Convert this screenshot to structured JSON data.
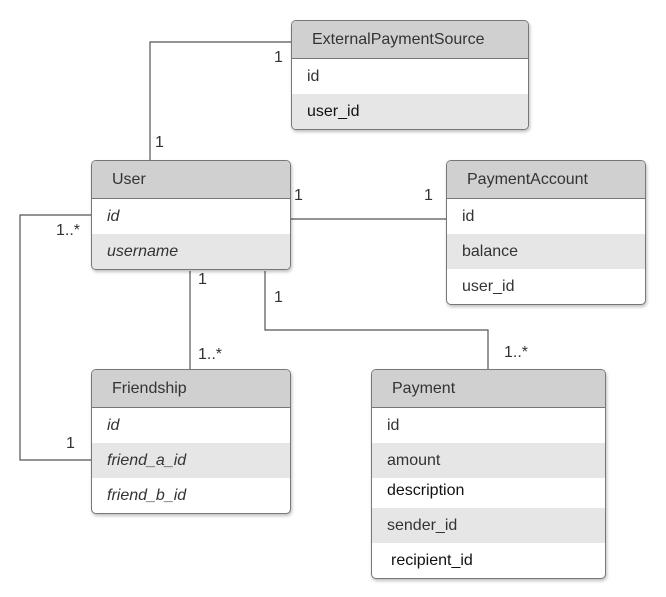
{
  "entities": {
    "external_payment_source": {
      "name": "ExternalPaymentSource",
      "fields": [
        {
          "label": "id",
          "italic": false,
          "alt": false,
          "dark": false
        },
        {
          "label": "user_id",
          "italic": false,
          "alt": true,
          "dark": true
        }
      ]
    },
    "user": {
      "name": "User",
      "fields": [
        {
          "label": "id",
          "italic": true,
          "alt": false,
          "dark": false
        },
        {
          "label": "username",
          "italic": true,
          "alt": true,
          "dark": false
        }
      ]
    },
    "payment_account": {
      "name": "PaymentAccount",
      "fields": [
        {
          "label": "id",
          "italic": false,
          "alt": false,
          "dark": false
        },
        {
          "label": "balance",
          "italic": false,
          "alt": true,
          "dark": false
        },
        {
          "label": "user_id",
          "italic": false,
          "alt": false,
          "dark": false
        }
      ]
    },
    "friendship": {
      "name": "Friendship",
      "fields": [
        {
          "label": "id",
          "italic": true,
          "alt": false,
          "dark": false
        },
        {
          "label": "friend_a_id",
          "italic": true,
          "alt": true,
          "dark": false
        },
        {
          "label": "friend_b_id",
          "italic": true,
          "alt": false,
          "dark": false
        }
      ]
    },
    "payment": {
      "name": "Payment",
      "fields": [
        {
          "label": "id",
          "italic": false,
          "alt": false,
          "dark": false
        },
        {
          "label": "amount",
          "italic": false,
          "alt": true,
          "dark": false
        },
        {
          "label": "description",
          "italic": false,
          "alt": false,
          "dark": true
        },
        {
          "label": "sender_id",
          "italic": false,
          "alt": true,
          "dark": false
        },
        {
          "label": "recipient_id",
          "italic": false,
          "alt": false,
          "dark": true
        }
      ]
    }
  },
  "multiplicities": {
    "ext_source_end": "1",
    "user_ext_end": "1",
    "user_account_end": "1",
    "account_end": "1",
    "user_friend_a_end": "1..*",
    "friendship_a_end": "1",
    "user_friend_b_end": "1",
    "friendship_b_end": "1..*",
    "user_payment_end": "1",
    "payment_end": "1..*"
  },
  "colors": {
    "header_bg": "#d0d0d0",
    "row_alt_bg": "#e6e6e6",
    "border": "#777777",
    "line": "#555555"
  }
}
